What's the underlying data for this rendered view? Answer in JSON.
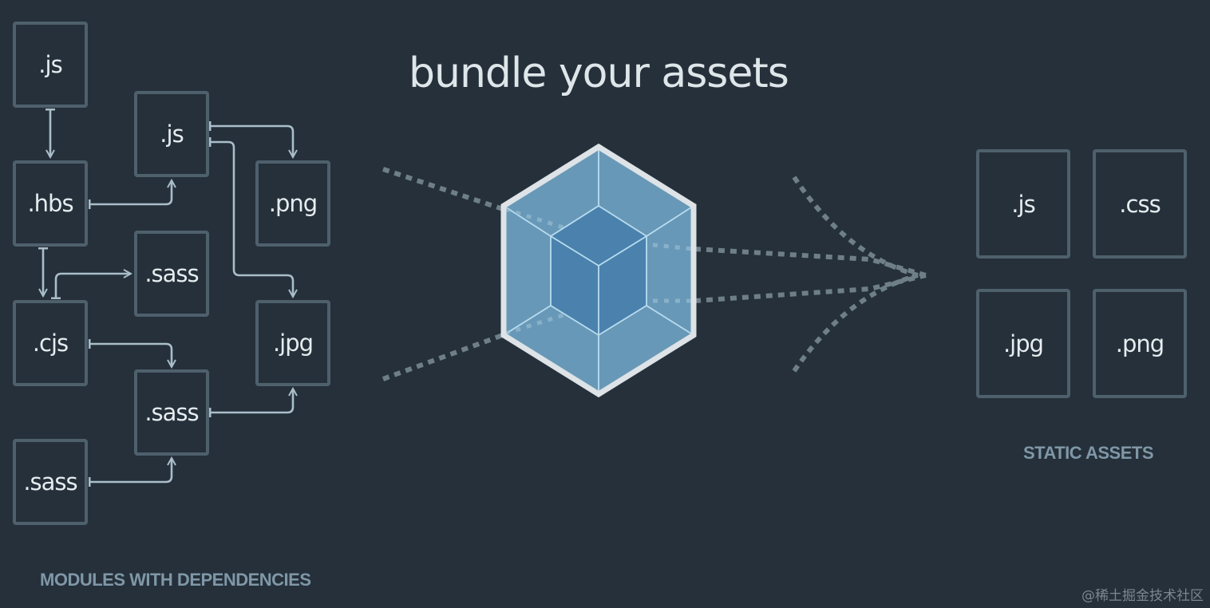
{
  "title": "bundle your assets",
  "colors": {
    "background": "#25303a",
    "box_border": "#4e606c",
    "arrow": "#aabec9",
    "dots": "#6f7f88",
    "cube_outer": "#dde3e6",
    "cube_face_light": "#6b9ebe",
    "cube_face_dark": "#4a82ad",
    "cube_edge": "#b8dcef",
    "caption": "#7f97a7"
  },
  "modules": {
    "caption": "MODULES WITH DEPENDENCIES",
    "items": [
      {
        "id": "js-1",
        "label": ".js"
      },
      {
        "id": "hbs",
        "label": ".hbs"
      },
      {
        "id": "js-2",
        "label": ".js"
      },
      {
        "id": "png",
        "label": ".png"
      },
      {
        "id": "sass-1",
        "label": ".sass"
      },
      {
        "id": "cjs",
        "label": ".cjs"
      },
      {
        "id": "jpg",
        "label": ".jpg"
      },
      {
        "id": "sass-2",
        "label": ".sass"
      },
      {
        "id": "sass-3",
        "label": ".sass"
      }
    ],
    "edges": [
      {
        "from": ".js",
        "to": ".hbs"
      },
      {
        "from": ".hbs",
        "to": ".js"
      },
      {
        "from": ".js",
        "to": ".png"
      },
      {
        "from": ".js",
        "to": ".jpg"
      },
      {
        "from": ".hbs",
        "to": ".cjs"
      },
      {
        "from": ".cjs",
        "to": ".sass"
      },
      {
        "from": ".cjs",
        "to": ".sass"
      },
      {
        "from": ".sass",
        "to": ".jpg"
      },
      {
        "from": ".sass",
        "to": ".sass"
      }
    ]
  },
  "center": {
    "icon": "webpack-cube-icon"
  },
  "static_assets": {
    "caption": "STATIC ASSETS",
    "items": [
      {
        "id": "out-js",
        "label": ".js"
      },
      {
        "id": "out-css",
        "label": ".css"
      },
      {
        "id": "out-jpg",
        "label": ".jpg"
      },
      {
        "id": "out-png",
        "label": ".png"
      }
    ]
  },
  "watermark": "@稀土掘金技术社区"
}
